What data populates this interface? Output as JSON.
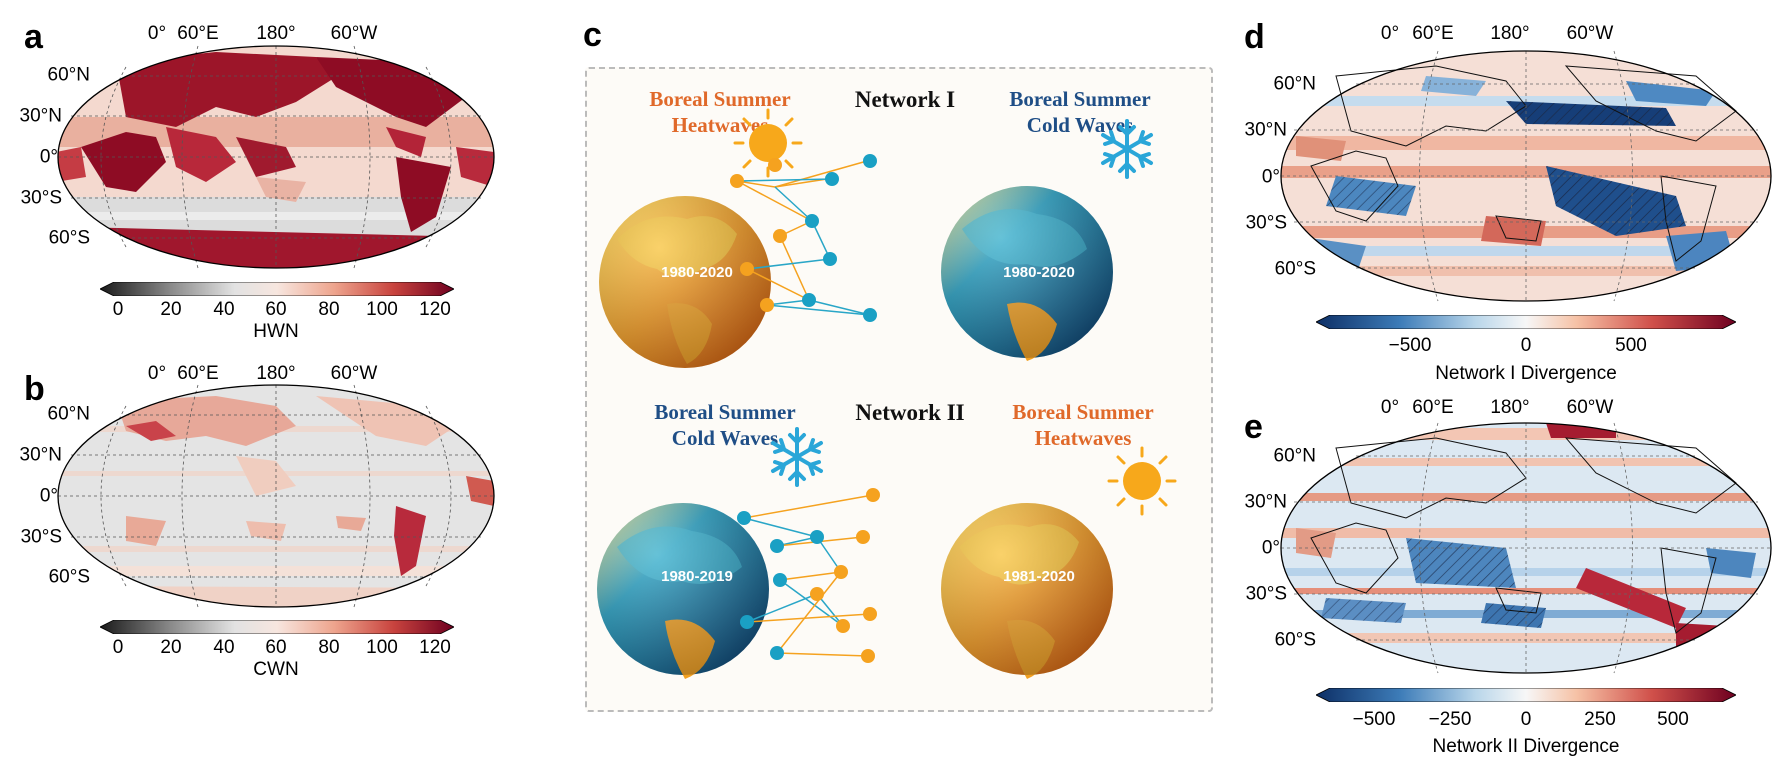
{
  "panels": {
    "a": {
      "label": "a",
      "lon_ticks": [
        "0°",
        "60°E",
        "180°",
        "60°W"
      ],
      "lat_ticks": [
        "60°N",
        "30°N",
        "0°",
        "30°S",
        "60°S"
      ],
      "colorbar": {
        "ticks": [
          "0",
          "20",
          "40",
          "60",
          "80",
          "100",
          "120"
        ],
        "label": "HWN"
      }
    },
    "b": {
      "label": "b",
      "lon_ticks": [
        "0°",
        "60°E",
        "180°",
        "60°W"
      ],
      "lat_ticks": [
        "60°N",
        "30°N",
        "0°",
        "30°S",
        "60°S"
      ],
      "colorbar": {
        "ticks": [
          "0",
          "20",
          "40",
          "60",
          "80",
          "100",
          "120"
        ],
        "label": "CWN"
      }
    },
    "c": {
      "label": "c",
      "network1": {
        "title": "Network I",
        "left_title_line1": "Boreal Summer",
        "left_title_line2": "Heatwaves",
        "right_title_line1": "Boreal Summer",
        "right_title_line2": "Cold Waves",
        "left_globe_period": "1980-2020",
        "right_globe_period": "1980-2020"
      },
      "network2": {
        "title": "Network II",
        "left_title_line1": "Boreal Summer",
        "left_title_line2": "Cold Waves",
        "right_title_line1": "Boreal Summer",
        "right_title_line2": "Heatwaves",
        "left_globe_period": "1980-2019",
        "right_globe_period": "1981-2020"
      }
    },
    "d": {
      "label": "d",
      "lon_ticks": [
        "0°",
        "60°E",
        "180°",
        "60°W"
      ],
      "lat_ticks": [
        "60°N",
        "30°N",
        "0°",
        "30°S",
        "60°S"
      ],
      "colorbar": {
        "ticks": [
          "−500",
          "0",
          "500"
        ],
        "label": "Network I Divergence"
      }
    },
    "e": {
      "label": "e",
      "lon_ticks": [
        "0°",
        "60°E",
        "180°",
        "60°W"
      ],
      "lat_ticks": [
        "60°N",
        "30°N",
        "0°",
        "30°S",
        "60°S"
      ],
      "colorbar": {
        "ticks": [
          "−500",
          "−250",
          "0",
          "250",
          "500"
        ],
        "label": "Network II Divergence"
      }
    }
  },
  "colors": {
    "heat_orange": "#e0692a",
    "cold_navy": "#1f4e86",
    "node_orange": "#f5a21f",
    "node_teal": "#1aa0c4",
    "map_dark_red": "#8e0c24",
    "map_blue": "#1c4f8d"
  },
  "icons": [
    "sun-icon",
    "snowflake-icon",
    "globe-icon"
  ]
}
